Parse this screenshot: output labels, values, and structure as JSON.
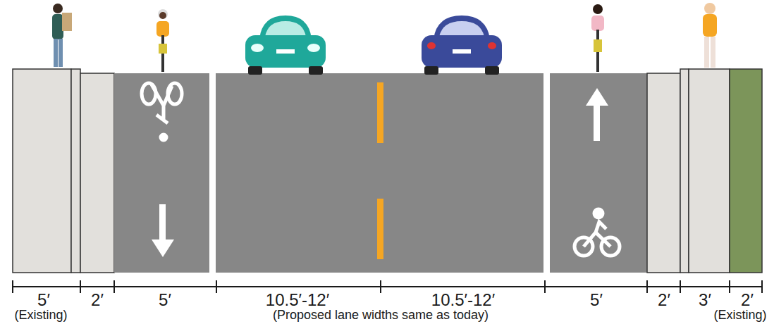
{
  "diagram": {
    "labels": [
      "5′",
      "(Existing)",
      "2′",
      "5′",
      "10.5′-12′",
      "10.5′-12′",
      "(Proposed lane widths same as today)",
      "5′",
      "2′",
      "3′",
      "2′",
      "(Existing)"
    ]
  }
}
